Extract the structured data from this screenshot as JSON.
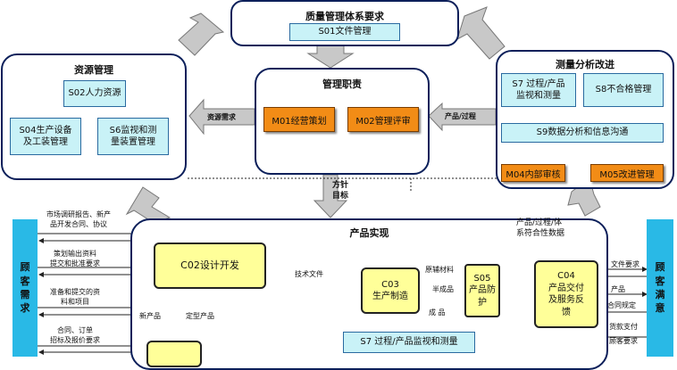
{
  "quality_system": {
    "title": "质量管理体系要求",
    "s01": "S01文件管理"
  },
  "resource_mgmt": {
    "title": "资源管理",
    "s02": "S02人力资源",
    "s04": "S04生产设备\n及工装管理",
    "s06": "S6监视和测\n量装置管理"
  },
  "mgmt_resp": {
    "title": "管理职责",
    "m01": "M01经营策划",
    "m02": "M02管理评审"
  },
  "measure": {
    "title": "测量分析改进",
    "s7": "S7 过程/产品\n监视和测量",
    "s8": "S8不合格管理",
    "s9": "S9数据分析和信息沟通",
    "m04": "M04内部审核",
    "m05": "M05改进管理"
  },
  "arrows": {
    "resource_need": "资源需求",
    "product_process": "产品/过程",
    "policy_goal": "方针\n目标"
  },
  "product_realization": {
    "title": "产品实现",
    "conformity_note": "产品/过程/体\n系符合性数据",
    "c02": "C02设计开发",
    "c03": "C03\n生产制造",
    "s05": "S05\n产品防护",
    "c04": "C04\n产品交付\n及服务反\n馈",
    "s7_bottom": "S7 过程/产品监视和测量",
    "tech_doc": "技术文件",
    "new_product": "新产品",
    "finalized_product": "定型产品",
    "raw_material": "原辅材料",
    "semi_product": "半成品",
    "finished_product": "成 品",
    "file_req": "文件要求",
    "product": "产品",
    "contract_rule": "合同规定",
    "payment": "货款支付",
    "customer_req": "顾客要求"
  },
  "left_labels": [
    "市场调研报告、新产\n品开发合同、协议",
    "策划输出资料\n提交和批准要求",
    "准备和提交的资\n料和项目",
    "合同、订单\n招标及报价要求"
  ],
  "left_bar": "顾\n客\n需\n求",
  "right_bar": "顾\n客\n满\n意"
}
